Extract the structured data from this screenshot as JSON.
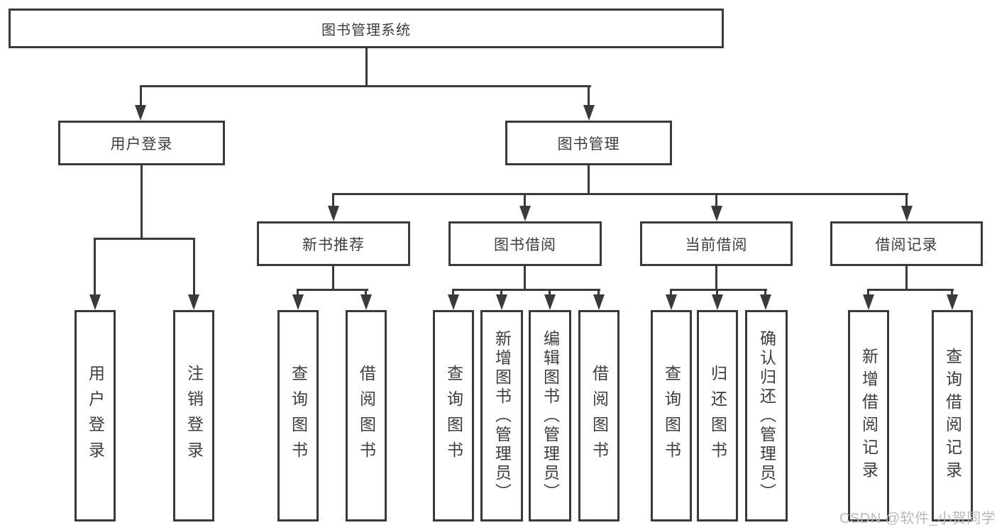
{
  "colors": {
    "line": "#3a3a3a",
    "text": "#3d3d3d",
    "watermark": "#b9b9b9"
  },
  "watermark": "CSDN @软件_小贺同学",
  "diagram": {
    "type": "tree",
    "root": "图书管理系统",
    "level2": [
      "用户登录",
      "图书管理"
    ],
    "level3": [
      "新书推荐",
      "图书借阅",
      "当前借阅",
      "借阅记录"
    ],
    "leaves": {
      "user_login": [
        "用户登录",
        "注销登录"
      ],
      "new_book_rec": [
        "查询图书",
        "借阅图书"
      ],
      "book_borrow": [
        "查询图书",
        "新增图书（管理员）",
        "编辑图书（管理员）",
        "借阅图书"
      ],
      "current_borrow": [
        "查询图书",
        "归还图书",
        "确认归还（管理员）"
      ],
      "borrow_records": [
        "新增借阅记录",
        "查询借阅记录"
      ]
    }
  }
}
